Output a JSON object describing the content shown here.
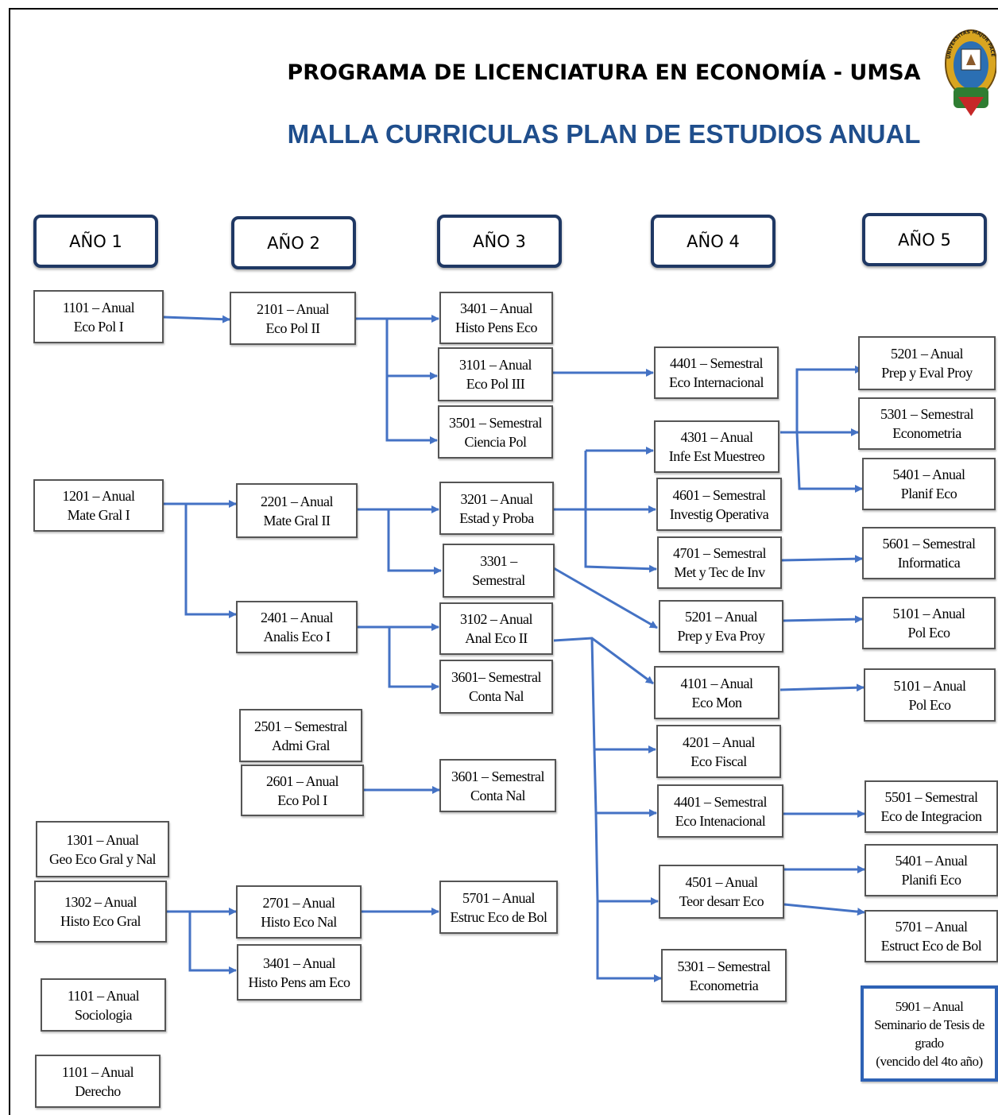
{
  "header": {
    "title": "PROGRAMA DE LICENCIATURA EN ECONOMÍA - UMSA",
    "subtitle": "MALLA CURRICULAS PLAN DE ESTUDIOS ANUAL",
    "seal_text": "UNIVERSITAS MAJOR PACENSIS DIVI ANDREAE"
  },
  "colors": {
    "arrow": "#4472c4",
    "year_border": "#1f3864",
    "subtitle": "#1f4e8c"
  },
  "years": [
    "AÑO 1",
    "AÑO 2",
    "AÑO 3",
    "AÑO 4",
    "AÑO 5"
  ],
  "courses": {
    "c1101": [
      "1101 – Anual",
      "Eco Pol I"
    ],
    "c1201": [
      "1201 – Anual",
      "Mate Gral  I"
    ],
    "c1301": [
      "1301 – Anual",
      "Geo Eco Gral y Nal"
    ],
    "c1302": [
      "1302 – Anual",
      "Histo Eco Gral"
    ],
    "c1101b": [
      "1101 – Anual",
      "Sociologia"
    ],
    "c1101c": [
      "1101 – Anual",
      "Derecho"
    ],
    "c2101": [
      "2101 – Anual",
      "Eco Pol II"
    ],
    "c2201": [
      "2201 – Anual",
      "Mate Gral II"
    ],
    "c2401": [
      "2401 – Anual",
      "Analis Eco I"
    ],
    "c2501": [
      "2501 – Semestral",
      "Admi Gral"
    ],
    "c2601": [
      "2601 – Anual",
      "Eco Pol I"
    ],
    "c2701": [
      "2701 – Anual",
      "Histo Eco Nal"
    ],
    "c3401b": [
      "3401 – Anual",
      "Histo Pens am Eco"
    ],
    "c3401": [
      "3401 – Anual",
      "Histo Pens Eco"
    ],
    "c3101": [
      "3101 – Anual",
      "Eco Pol III"
    ],
    "c3501": [
      "3501 – Semestral",
      "Ciencia Pol"
    ],
    "c3201": [
      "3201 – Anual",
      "Estad y Proba"
    ],
    "c3301": [
      "3301 –",
      "Semestral"
    ],
    "c3102": [
      "3102 – Anual",
      "Anal Eco II"
    ],
    "c3601": [
      "3601– Semestral",
      "Conta Nal"
    ],
    "c3601b": [
      "3601 – Semestral",
      "Conta Nal"
    ],
    "c5701a": [
      "5701 – Anual",
      "Estruc Eco de Bol"
    ],
    "c4401": [
      "4401 – Semestral",
      "Eco Internacional"
    ],
    "c4301": [
      "4301 – Anual",
      "Infe Est Muestreo"
    ],
    "c4601": [
      "4601 – Semestral",
      "Investig Operativa"
    ],
    "c4701": [
      "4701 – Semestral",
      "Met y Tec de Inv"
    ],
    "c5201b": [
      "5201 – Anual",
      "Prep y Eva Proy"
    ],
    "c4101": [
      "4101 – Anual",
      "Eco Mon"
    ],
    "c4201": [
      "4201 – Anual",
      "Eco Fiscal"
    ],
    "c4401b": [
      "4401 – Semestral",
      "Eco Intenacional"
    ],
    "c4501": [
      "4501 – Anual",
      "Teor desarr Eco"
    ],
    "c5301b": [
      "5301 – Semestral",
      "Econometria"
    ],
    "c5201": [
      "5201 – Anual",
      "Prep y Eval Proy"
    ],
    "c5301": [
      "5301 – Semestral",
      "Econometria"
    ],
    "c5401": [
      "5401 – Anual",
      "Planif Eco"
    ],
    "c5601": [
      "5601 – Semestral",
      "Informatica"
    ],
    "c5101": [
      "5101 – Anual",
      "Pol Eco"
    ],
    "c5101b": [
      "5101 – Anual",
      "Pol Eco"
    ],
    "c5501": [
      "5501 – Semestral",
      "Eco de Integracion"
    ],
    "c5401b": [
      "5401 – Anual",
      "Planifi Eco"
    ],
    "c5701": [
      "5701 – Anual",
      "Estruct Eco de Bol"
    ],
    "c5901": [
      "5901 – Anual",
      "Seminario de Tesis de",
      "grado",
      "(vencido del 4to año)"
    ]
  }
}
